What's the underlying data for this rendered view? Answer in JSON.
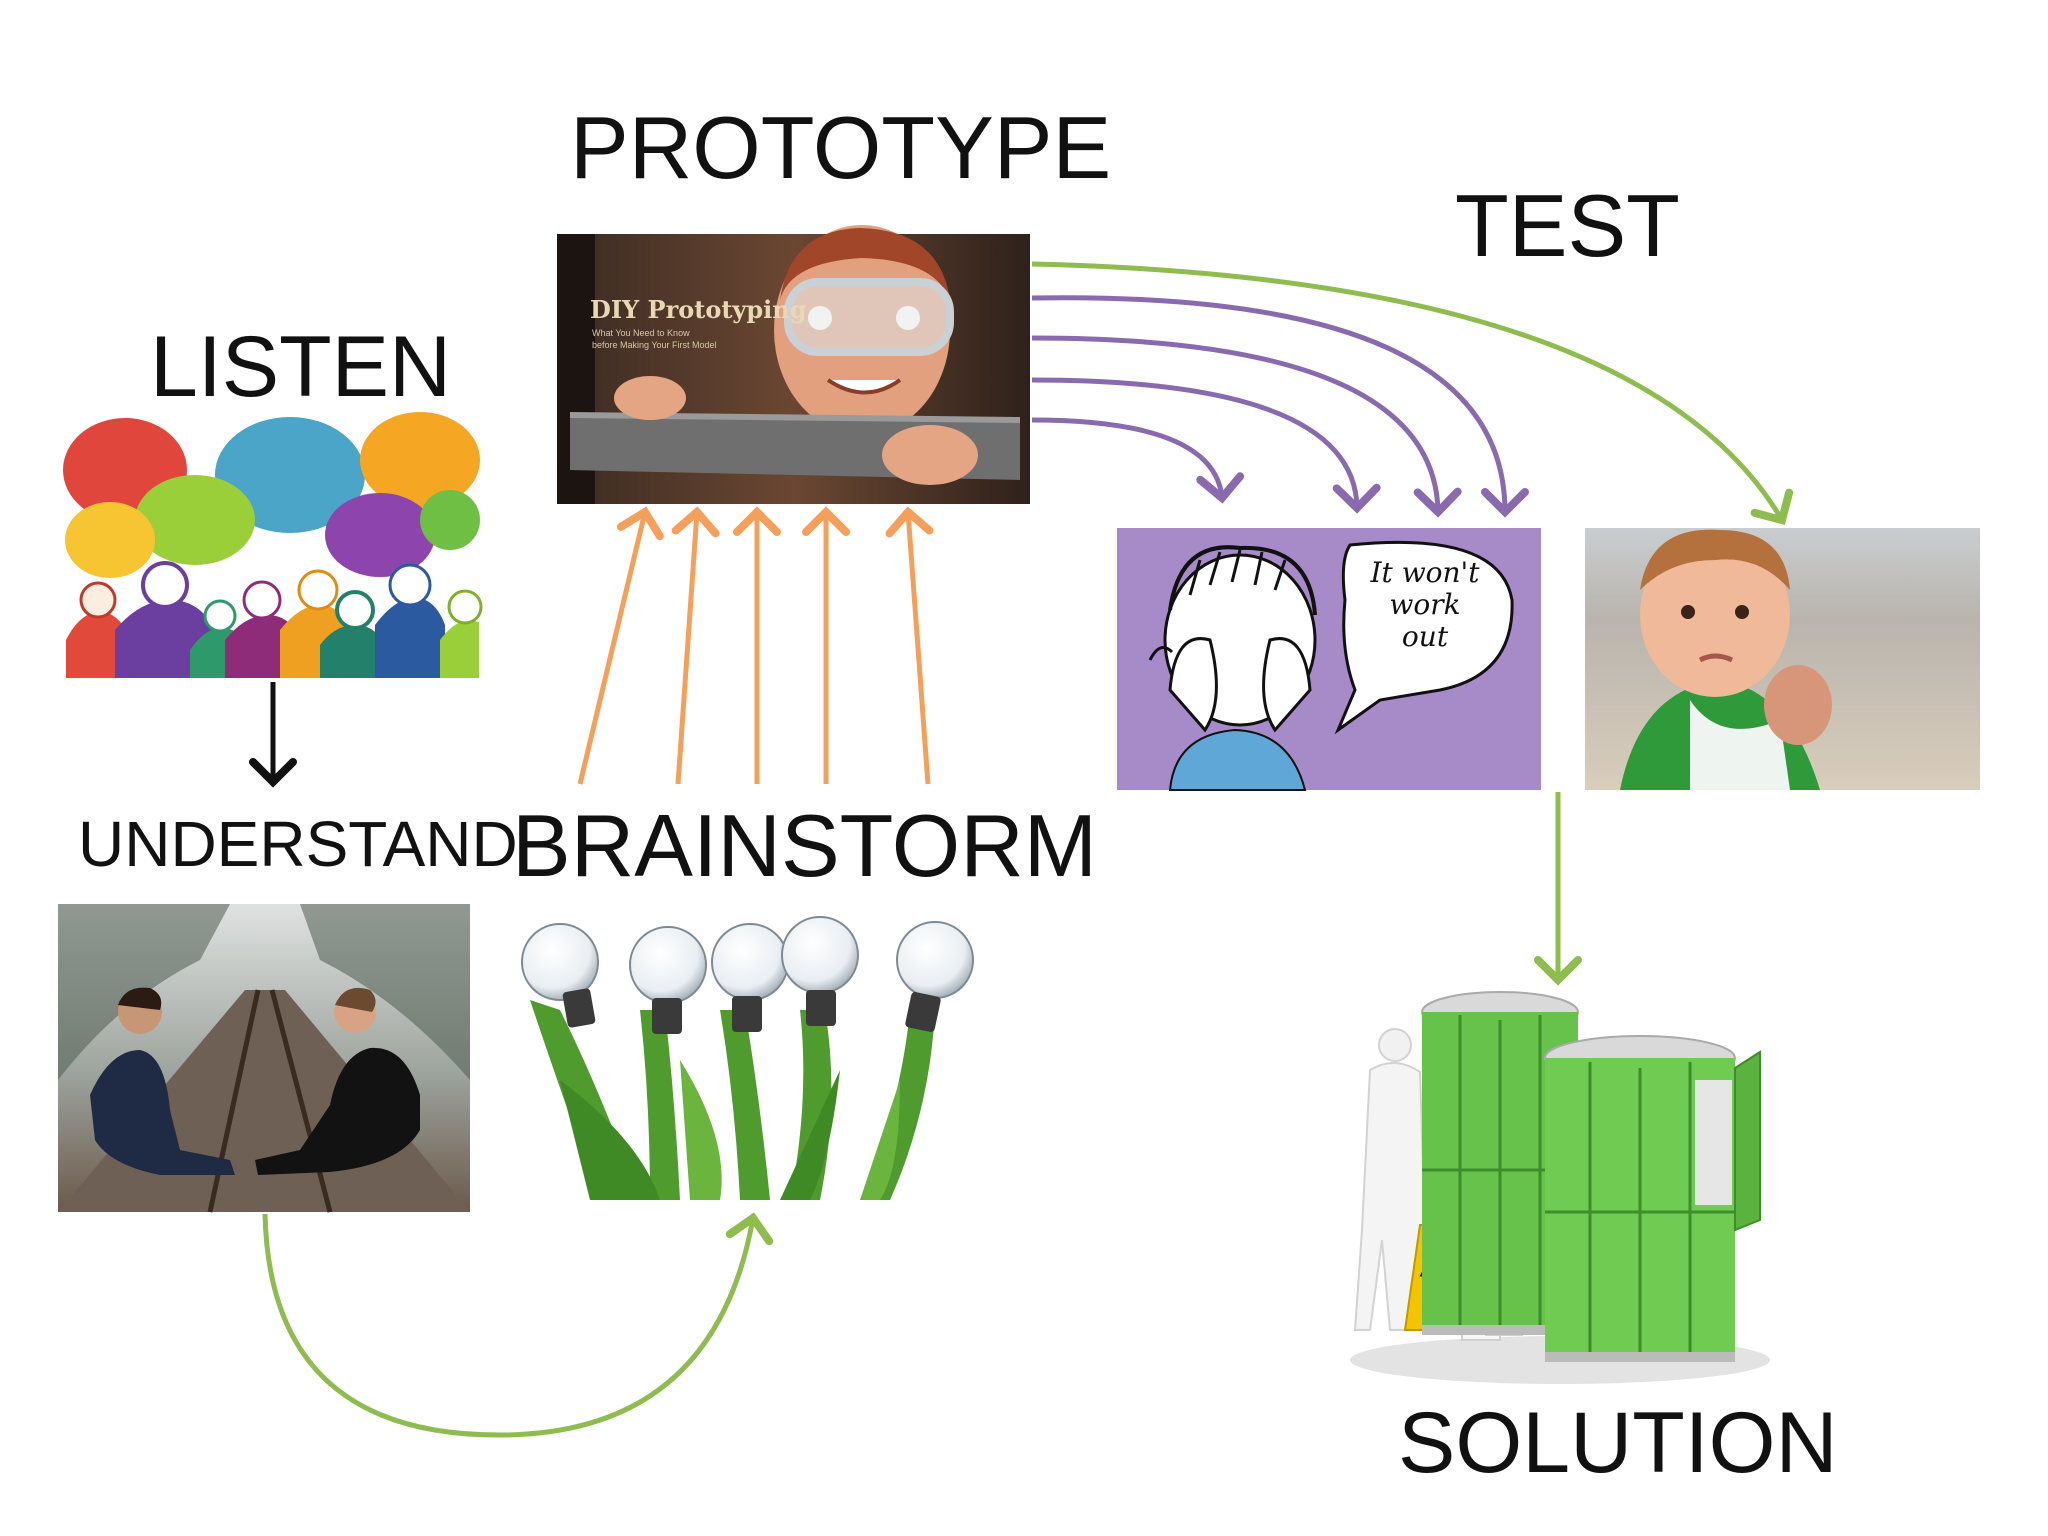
{
  "labels": {
    "prototype": "PROTOTYPE",
    "test": "TEST",
    "listen": "LISTEN",
    "understand": "UNDERSTAND",
    "brainstorm": "BRAINSTORM",
    "solution": "SOLUTION"
  },
  "prototype_book": {
    "title": "DIY Prototyping",
    "subtitle_line1": "What You Need to Know",
    "subtitle_line2": "before Making Your First Model"
  },
  "speech_bubble": {
    "line1": "It won't",
    "line2": "work",
    "line3": "out"
  },
  "colors": {
    "green_arrow": "#8fbc4f",
    "purple_arrow": "#8a6aaf",
    "orange_arrow": "#f5a05a",
    "black_arrow": "#111111",
    "purple_panel": "#a78bc9",
    "locker_green": "#66c24a"
  },
  "icons": {
    "listen_image": "speech-bubbles-crowd-illustration",
    "prototype_image": "person-with-goggles-tape-photo",
    "understand_image": "two-people-on-railroad-photo",
    "brainstorm_image": "lightbulb-tulips-illustration",
    "test_fail_image": "crying-child-cartoon",
    "test_success_image": "success-baby-photo",
    "solution_image": "green-lockers-render"
  }
}
